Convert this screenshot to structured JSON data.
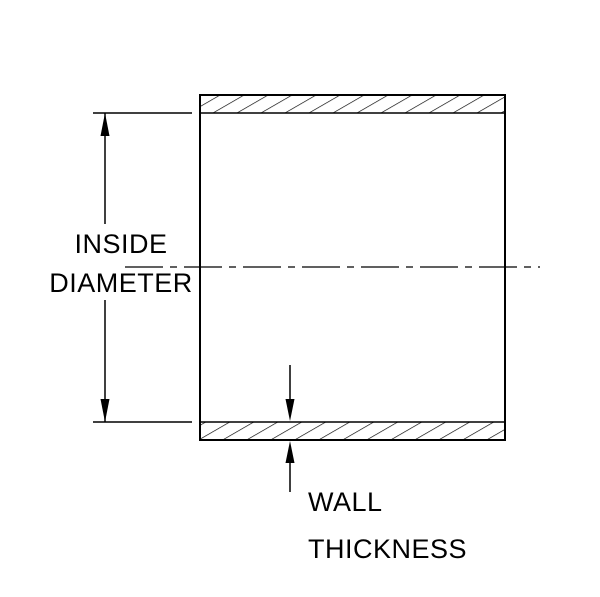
{
  "diagram": {
    "type": "technical-drawing",
    "subject": "hose-coupler-cross-section",
    "labels": {
      "inside_diameter_line1": "INSIDE",
      "inside_diameter_line2": "DIAMETER",
      "wall_thickness_line1": "WALL",
      "wall_thickness_line2": "THICKNESS"
    },
    "colors": {
      "line": "#000000",
      "background": "#ffffff"
    }
  }
}
